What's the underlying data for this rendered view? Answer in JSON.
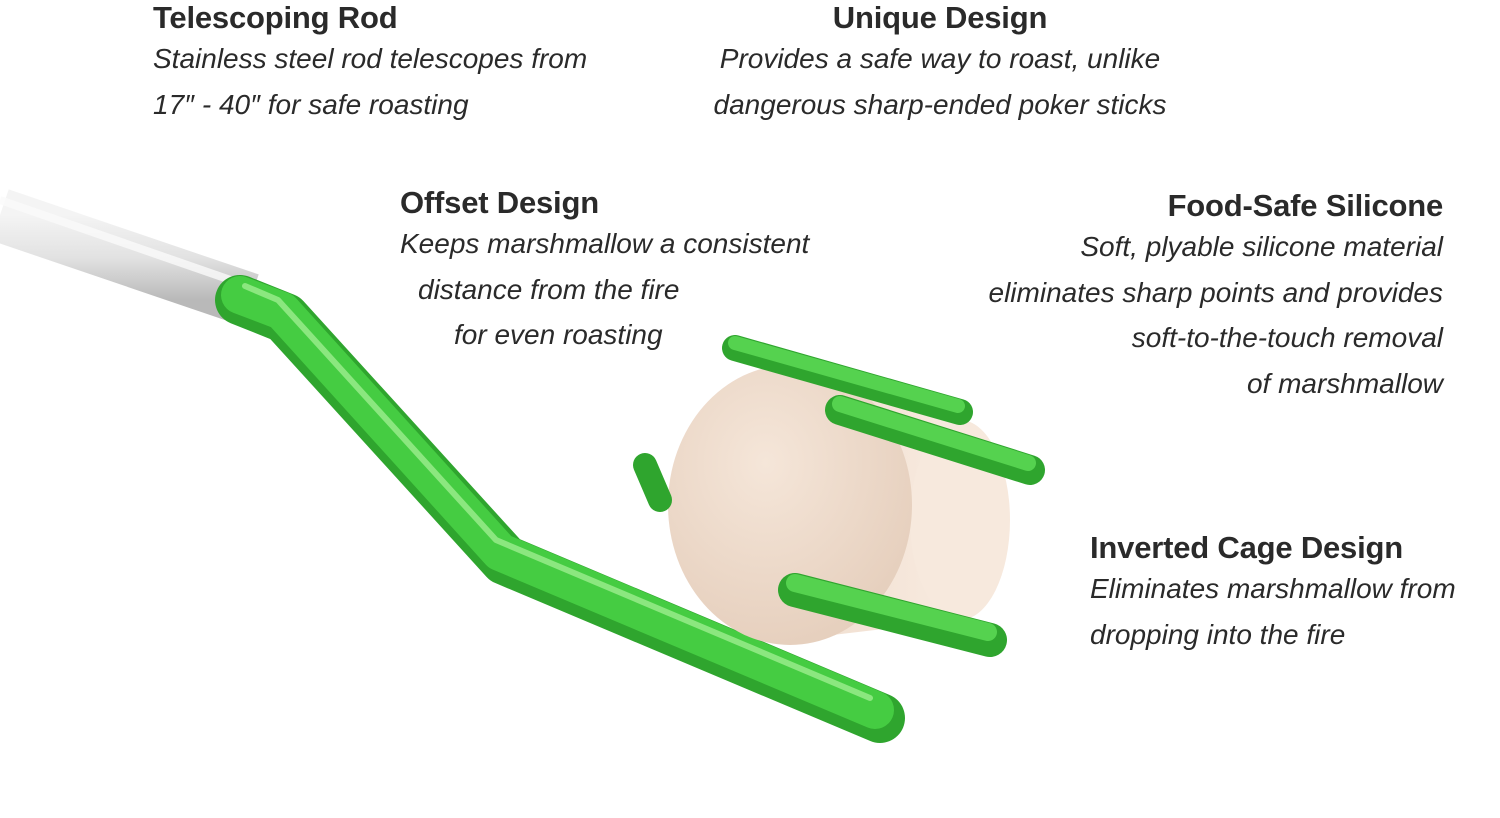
{
  "features": [
    {
      "title": "Telescoping Rod",
      "lines": [
        "Stainless steel rod telescopes from",
        "17″ - 40″ for safe roasting"
      ]
    },
    {
      "title": "Unique Design",
      "lines": [
        "Provides a safe way to roast, unlike",
        "dangerous sharp-ended poker sticks"
      ]
    },
    {
      "title": "Offset Design",
      "lines": [
        "Keeps marshmallow a consistent",
        "distance from the fire",
        "for even roasting"
      ]
    },
    {
      "title": "Food-Safe Silicone",
      "lines": [
        "Soft, plyable silicone material",
        "eliminates sharp points and provides",
        "soft-to-the-touch removal",
        "of marshmallow"
      ]
    },
    {
      "title": "Inverted Cage Design",
      "lines": [
        "Eliminates marshmallow from",
        "dropping into the fire"
      ]
    }
  ],
  "colors": {
    "text": "#2a2a2a",
    "silicone_green": "#3cc43a",
    "marshmallow": "#f1dccb",
    "rod": "#d8d8d8"
  }
}
